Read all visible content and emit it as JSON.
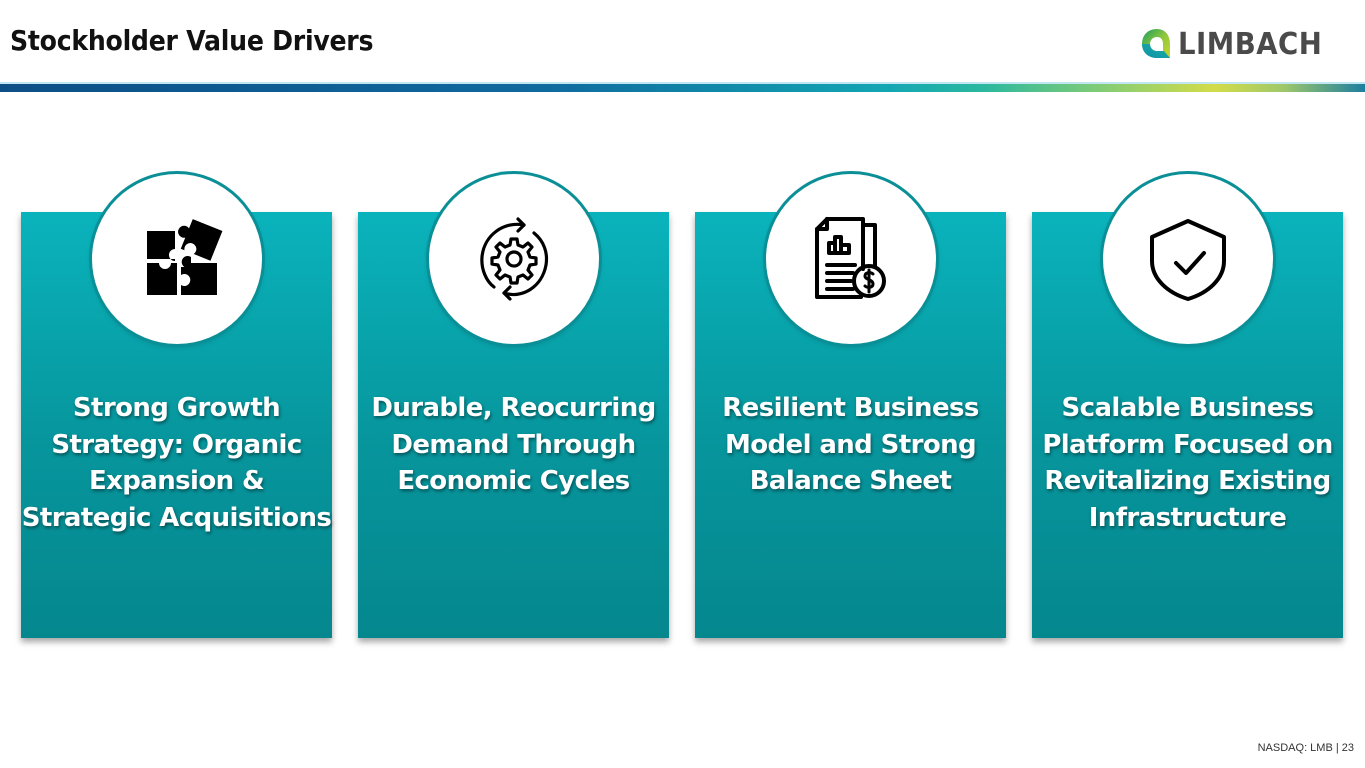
{
  "header": {
    "title": "Stockholder Value Drivers",
    "logo_text": "LIMBACH"
  },
  "colors": {
    "card_top": "#0ab3bc",
    "card_bottom": "#05878e",
    "rule_start": "#0c4f86",
    "rule_accent": "#d3dc49"
  },
  "cards": [
    {
      "icon": "puzzle-icon",
      "text": "Strong Growth Strategy: Organic Expansion & Strategic Acquisitions"
    },
    {
      "icon": "gear-cycle-icon",
      "text": "Durable, Reocurring Demand Through Economic Cycles"
    },
    {
      "icon": "financial-report-icon",
      "text": "Resilient Business Model and Strong Balance Sheet"
    },
    {
      "icon": "shield-check-icon",
      "text": "Scalable Business Platform Focused on Revitalizing Existing Infrastructure"
    }
  ],
  "footer": {
    "text": "NASDAQ: LMB | 23"
  }
}
